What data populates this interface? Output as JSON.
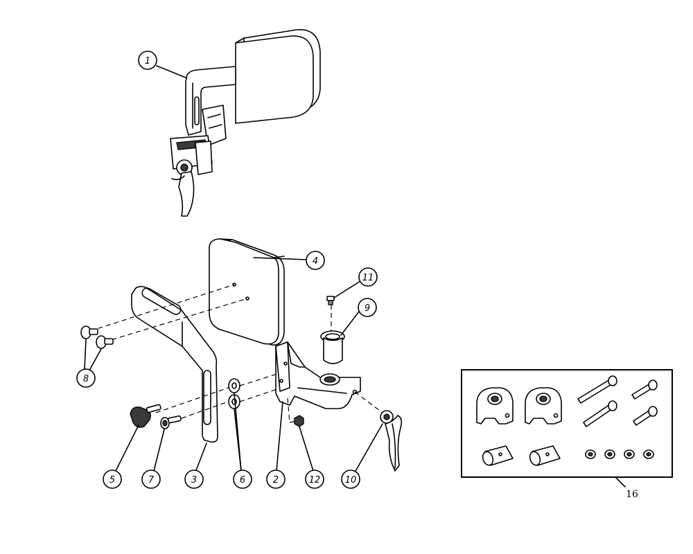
{
  "callouts": [
    {
      "id": "1",
      "label": "1"
    },
    {
      "id": "2",
      "label": "2"
    },
    {
      "id": "3",
      "label": "3"
    },
    {
      "id": "4",
      "label": "4"
    },
    {
      "id": "5",
      "label": "5"
    },
    {
      "id": "6",
      "label": "6"
    },
    {
      "id": "7",
      "label": "7"
    },
    {
      "id": "8",
      "label": "8"
    },
    {
      "id": "9",
      "label": "9"
    },
    {
      "id": "10",
      "label": "10"
    },
    {
      "id": "11",
      "label": "11"
    },
    {
      "id": "12",
      "label": "12"
    }
  ],
  "kit": {
    "label": "16"
  }
}
